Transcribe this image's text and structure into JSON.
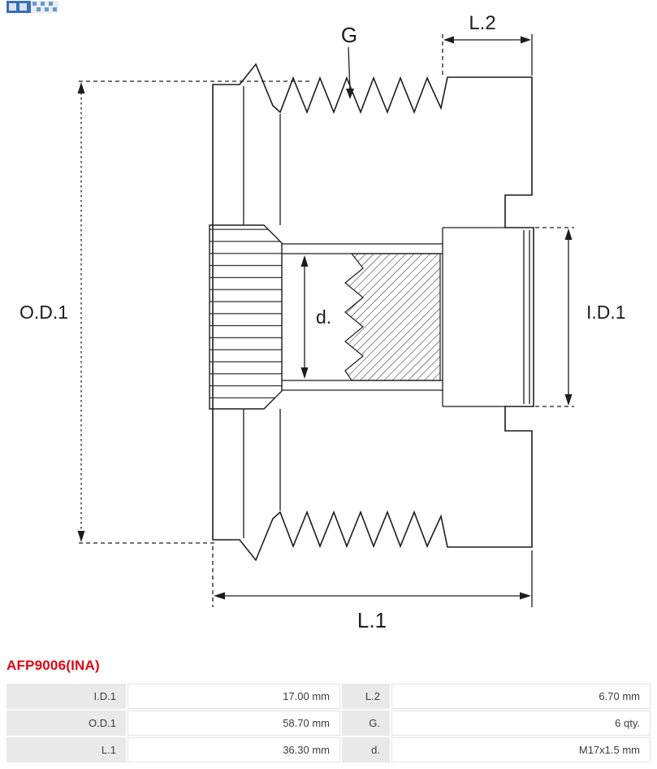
{
  "title": "AFP9006(INA)",
  "accent_color": "#e30613",
  "line_color": "#1d1d1d",
  "table_param_bg": "#e9e9e9",
  "drawing": {
    "labels": {
      "g": "G",
      "l2": "L.2",
      "od1": "O.D.1",
      "id1": "I.D.1",
      "d": "d.",
      "l1": "L.1"
    }
  },
  "table": {
    "rows": [
      {
        "param1": "I.D.1",
        "value1": "17.00 mm",
        "param2": "L.2",
        "value2": "6.70 mm"
      },
      {
        "param1": "O.D.1",
        "value1": "58.70 mm",
        "param2": "G.",
        "value2": "6 qty."
      },
      {
        "param1": "L.1",
        "value1": "36.30 mm",
        "param2": "d.",
        "value2": "M17x1.5 mm"
      }
    ]
  }
}
